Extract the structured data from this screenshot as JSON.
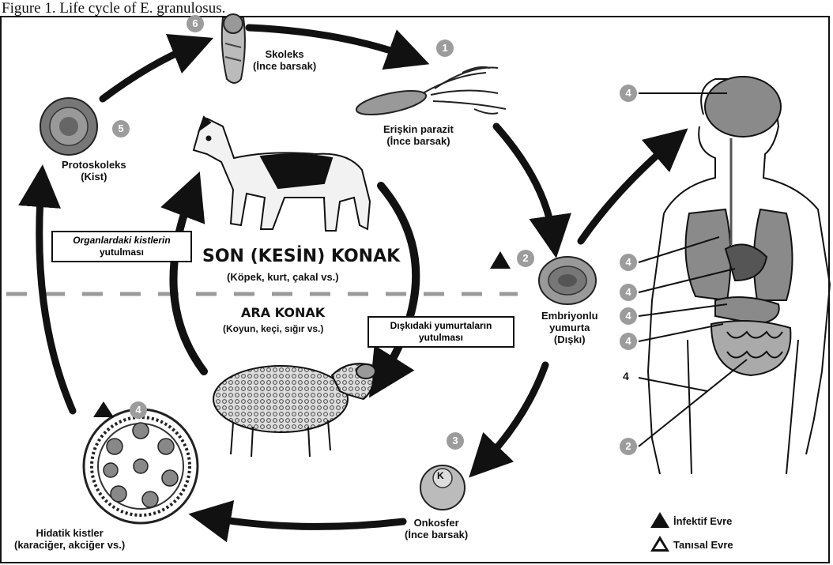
{
  "header": "Figure 1. Life cycle of E. granulosus.",
  "stages": {
    "s1": {
      "number": "1",
      "label_line1": "Erişkin parazit",
      "label_line2": "(İnce barsak)"
    },
    "s2": {
      "number": "2",
      "label_line1": "Embriyonlu",
      "label_line2": "yumurta",
      "label_line3": "(Dışkı)"
    },
    "s3": {
      "number": "3",
      "label_line1": "Onkosfer",
      "label_line2": "(İnce barsak)",
      "inner_letter": "K"
    },
    "s4": {
      "number": "4",
      "label_line1": "Hidatik kistler",
      "label_line2": "(karaciğer, akciğer vs.)"
    },
    "s5": {
      "number": "5",
      "label_line1": "Protoskoleks",
      "label_line2": "(Kist)"
    },
    "s6": {
      "number": "6",
      "label_line1": "Skoleks",
      "label_line2": "(İnce barsak)"
    }
  },
  "definitive_host": {
    "title": "SON (KESİN) KONAK",
    "examples": "(Köpek, kurt, çakal vs.)"
  },
  "intermediate_host": {
    "title": "ARA KONAK",
    "examples": "(Koyun, keçi, sığır vs.)"
  },
  "boxes": {
    "ingest_cysts": {
      "line1": "Organlardaki kistlerin",
      "line2": "yutulması"
    },
    "ingest_eggs": {
      "line1": "Dışkıdaki yumurtaların",
      "line2": "yutulması"
    }
  },
  "human_labels": [
    "4",
    "4",
    "4",
    "4",
    "4",
    "4",
    "2"
  ],
  "legend": {
    "infective": "İnfektif Evre",
    "diagnostic": "Tanısal Evre"
  },
  "colors": {
    "arrow": "#111111",
    "organ_fill": "#8a8a8a",
    "badge": "#9c9c9c",
    "divider": "#9a9a9a"
  }
}
